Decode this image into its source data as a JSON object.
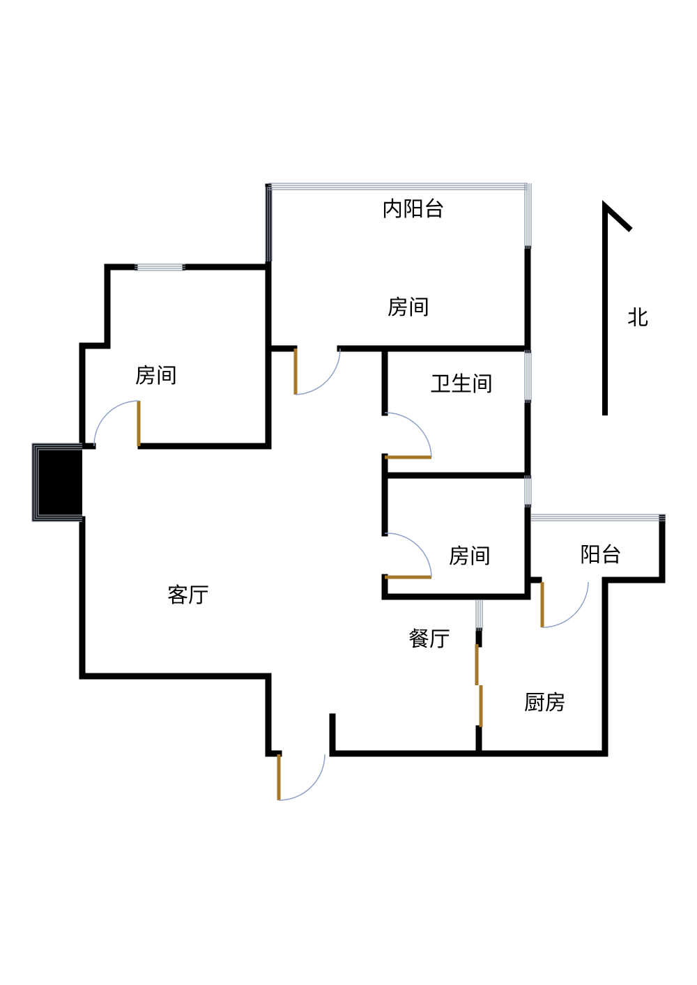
{
  "rooms": {
    "inner_balcony": "内阳台",
    "bedroom_north": "房间",
    "bedroom_west": "房间",
    "bathroom": "卫生间",
    "bedroom_middle": "房间",
    "balcony": "阳台",
    "living_room": "客厅",
    "dining_room": "餐厅",
    "kitchen": "厨房"
  },
  "compass": {
    "label": "北"
  },
  "colors": {
    "wall": "#000000",
    "door": "#a6792a",
    "door_arc": "#8fa0c8",
    "window": "#8f9aad"
  }
}
